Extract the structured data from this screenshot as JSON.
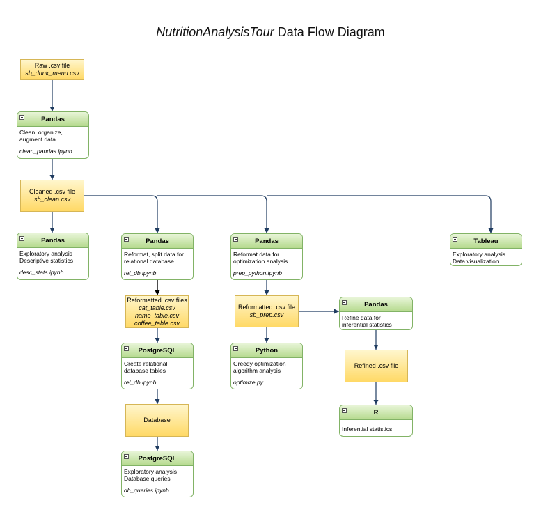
{
  "title": {
    "italic": "NutritionAnalysisTour",
    "rest": " Data Flow Diagram"
  },
  "files": {
    "raw": {
      "label": "Raw .csv file",
      "name": "sb_drink_menu.csv"
    },
    "cleaned": {
      "label": "Cleaned .csv file",
      "name": "sb_clean.csv"
    },
    "reformatted_db": {
      "label": "Reformatted .csv files",
      "names": [
        "cat_table.csv",
        "name_table.csv",
        "coffee_table.csv"
      ]
    },
    "database": {
      "label": "Database"
    },
    "reformatted_py": {
      "label": "Reformatted .csv file",
      "name": "sb_prep.csv"
    },
    "refined": {
      "label": "Refined .csv file"
    }
  },
  "processes": {
    "pandas_clean": {
      "header": "Pandas",
      "lines": [
        "Clean, organize,",
        "augment data"
      ],
      "script": "clean_pandas.ipynb"
    },
    "pandas_explore": {
      "header": "Pandas",
      "lines": [
        "Exploratory analysis",
        "Descriptive statistics"
      ],
      "script": "desc_stats.ipynb"
    },
    "pandas_reformat_db": {
      "header": "Pandas",
      "lines": [
        "Reformat, split data for",
        "relational database"
      ],
      "script": "rel_db.ipynb"
    },
    "pandas_reformat_opt": {
      "header": "Pandas",
      "lines": [
        "Reformat data for",
        "optimization analysis"
      ],
      "script": "prep_python.ipynb"
    },
    "tableau": {
      "header": "Tableau",
      "lines": [
        "Exploratory analysis",
        "Data visualization"
      ],
      "script": ""
    },
    "postgres_create": {
      "header": "PostgreSQL",
      "lines": [
        "Create relational",
        "database tables"
      ],
      "script": "rel_db.ipynb"
    },
    "python_opt": {
      "header": "Python",
      "lines": [
        "Greedy optimization",
        "algorithm analysis"
      ],
      "script": "optimize.py"
    },
    "pandas_refine": {
      "header": "Pandas",
      "lines": [
        "Refine data for",
        "inferential statistics"
      ],
      "script": ""
    },
    "r_stats": {
      "header": "R",
      "lines": [
        "Inferential statistics"
      ],
      "script": ""
    },
    "postgres_query": {
      "header": "PostgreSQL",
      "lines": [
        "Exploratory analysis",
        "Database queries"
      ],
      "script": "db_queries.ipynb"
    }
  }
}
